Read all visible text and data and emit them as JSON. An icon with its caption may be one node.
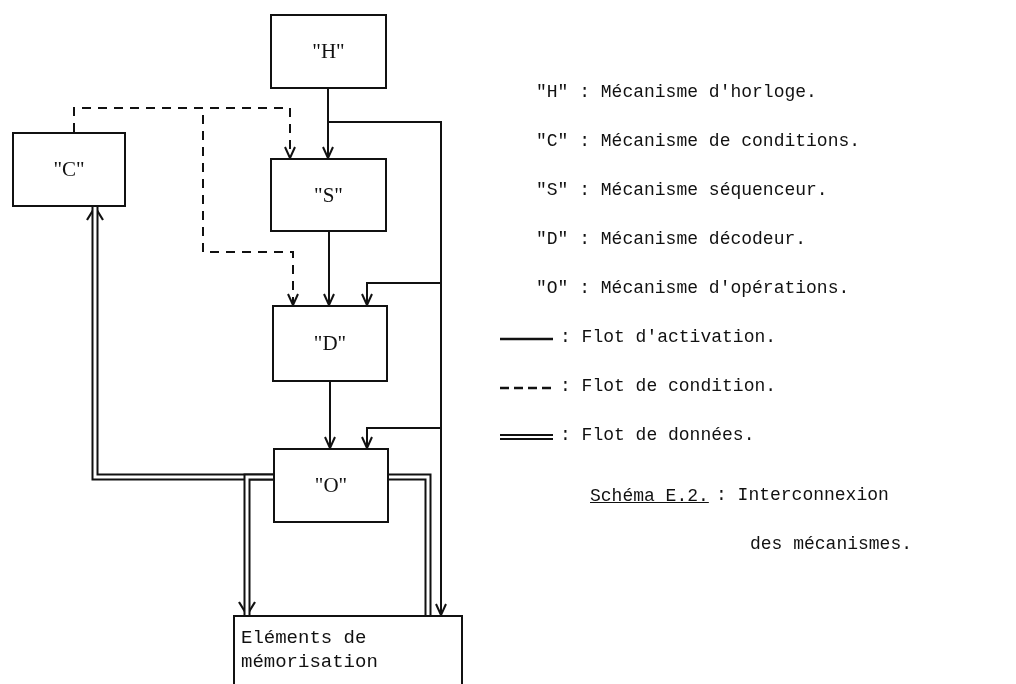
{
  "diagram": {
    "caption": ": Interconnexion des mécanismes.",
    "nodes": [
      {
        "text": [
          "\"H\""
        ]
      },
      {
        "text": [
          "\"C\""
        ]
      },
      {
        "text": [
          "\"S\""
        ]
      },
      {
        "text": [
          "\"D\""
        ]
      },
      {
        "text": [
          "\"O\""
        ]
      },
      {
        "text": [
          "Eléments de mémorisation"
        ]
      }
    ],
    "edges": [
      {
        "from": 0,
        "to": 2,
        "arrow": "to"
      },
      {
        "from": 0,
        "to": 3,
        "arrow": "to"
      },
      {
        "from": 0,
        "to": 4,
        "arrow": "to"
      },
      {
        "from": 0,
        "to": 5,
        "arrow": "to"
      },
      {
        "from": 1,
        "to": 2,
        "arrow": "to",
        "style": "dashed"
      },
      {
        "from": 1,
        "to": 3,
        "arrow": "to",
        "style": "dashed"
      },
      {
        "from": 2,
        "to": 3,
        "arrow": "to"
      },
      {
        "from": 3,
        "to": 4,
        "arrow": "to"
      },
      {
        "from": 4,
        "to": 1,
        "arrow": "to",
        "style": "thick"
      },
      {
        "from": 4,
        "to": 5,
        "arrow": "to",
        "style": "thick"
      },
      {
        "from": 4,
        "to": 5,
        "arrow": "none",
        "style": "thick"
      }
    ],
    "labels": [
      "\"H\" : Mécanisme d'horloge.",
      "\"C\" : Mécanisme de conditions.",
      "\"S\" : Mécanisme séquenceur.",
      "\"D\" : Mécanisme décodeur.",
      "\"O\" : Mécanisme d'opérations.",
      "Schéma E.2."
    ],
    "legend": [
      {
        "text": ": Flot d'activation."
      },
      {
        "text": ": Flot de condition."
      },
      {
        "text": ": Flot de données."
      }
    ]
  }
}
